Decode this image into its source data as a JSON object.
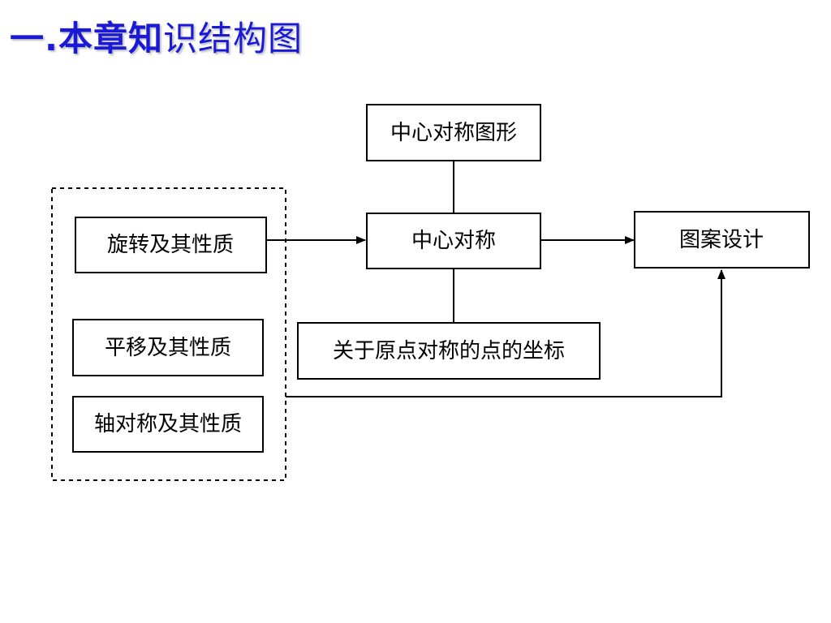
{
  "title": {
    "prefix": "一.",
    "bold": "本章知",
    "rest": "识结构图"
  },
  "colors": {
    "title": "#1a1ad6",
    "line": "#000000"
  },
  "diagram": {
    "nodes": {
      "rotation": "旋转及其性质",
      "translation": "平移及其性质",
      "axial": "轴对称及其性质",
      "central_figure": "中心对称图形",
      "central_symmetry": "中心对称",
      "origin_coords": "关于原点对称的点的坐标",
      "pattern_design": "图案设计"
    },
    "edges": [
      {
        "from": "rotation",
        "to": "central_symmetry",
        "arrow": true
      },
      {
        "from": "central_figure",
        "to": "central_symmetry",
        "arrow": false
      },
      {
        "from": "central_symmetry",
        "to": "origin_coords",
        "arrow": false
      },
      {
        "from": "central_symmetry",
        "to": "pattern_design",
        "arrow": true
      },
      {
        "from": "transformations-group",
        "to": "pattern_design",
        "arrow": true
      }
    ]
  }
}
